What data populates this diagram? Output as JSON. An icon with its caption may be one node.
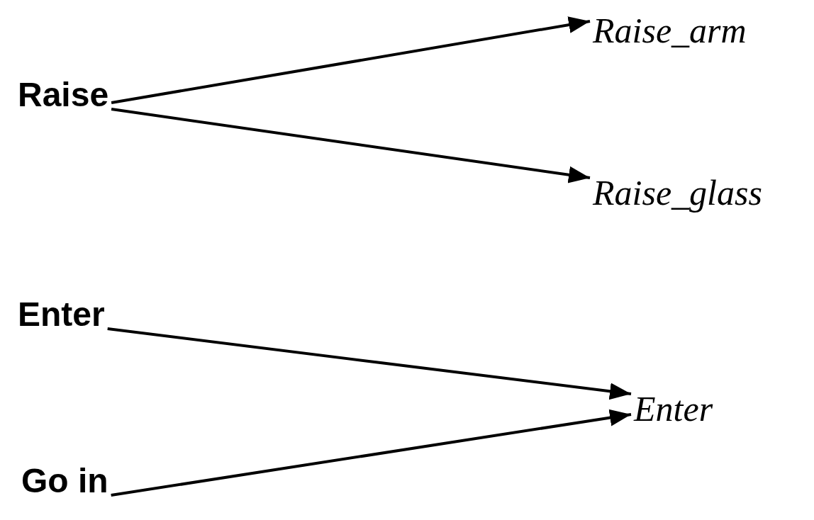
{
  "diagram": {
    "nodes": [
      {
        "text": [
          "Raise"
        ]
      },
      {
        "text": [
          "Raise_arm"
        ]
      },
      {
        "text": [
          "Raise_glass"
        ]
      },
      {
        "text": [
          "Enter"
        ]
      },
      {
        "text": [
          "Enter"
        ]
      },
      {
        "text": [
          "Go in"
        ]
      }
    ],
    "edges": [
      {
        "from": 0,
        "to": 1,
        "arrow": "to"
      },
      {
        "from": 0,
        "to": 2,
        "arrow": "to"
      },
      {
        "from": 3,
        "to": 4,
        "arrow": "to"
      },
      {
        "from": 5,
        "to": 4,
        "arrow": "to"
      }
    ]
  }
}
